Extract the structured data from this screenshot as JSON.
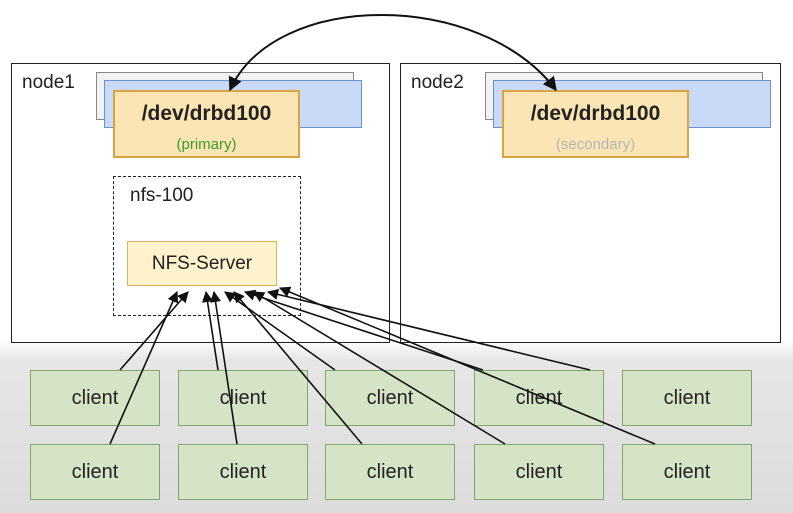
{
  "node1": {
    "label": "node1",
    "device": {
      "name": "/dev/drbd100",
      "role": "(primary)",
      "role_color": "#3c9a2a"
    },
    "nfs_group": {
      "label": "nfs-100",
      "server_label": "NFS-Server"
    }
  },
  "node2": {
    "label": "node2",
    "device": {
      "name": "/dev/drbd100",
      "role": "(secondary)",
      "role_color": "#b5b5b5"
    }
  },
  "clients": {
    "row1": [
      "client",
      "client",
      "client",
      "client",
      "client"
    ],
    "row2": [
      "client",
      "client",
      "client",
      "client",
      "client"
    ]
  },
  "colors": {
    "client_fill": "#d5e4c6",
    "device_fill": "#fce5b4",
    "server_fill": "#fff2cc",
    "stack_blue": "#c9daf8"
  }
}
